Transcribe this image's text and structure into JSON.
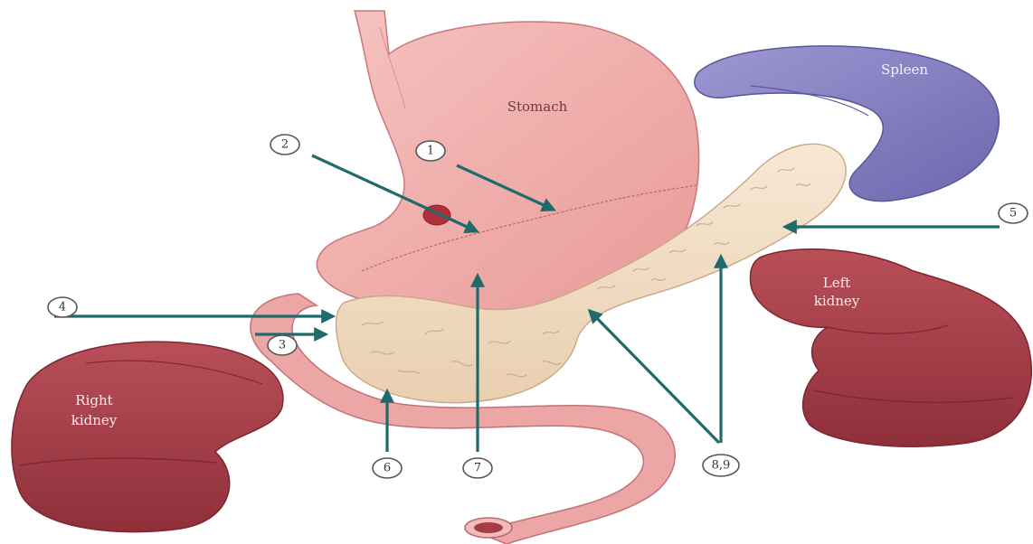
{
  "organs": {
    "stomach": "Stomach",
    "spleen": "Spleen",
    "left_kidney_line1": "Left",
    "left_kidney_line2": "kidney",
    "right_kidney_line1": "Right",
    "right_kidney_line2": "kidney"
  },
  "markers": {
    "m1": "1",
    "m2": "2",
    "m3": "3",
    "m4": "4",
    "m5": "5",
    "m6": "6",
    "m7": "7",
    "m89": "8,9"
  },
  "colors": {
    "arrow": "#1f6b6b",
    "stomach": "#eeaaa8",
    "pancreas": "#f2dfc7",
    "spleen": "#8a85c4",
    "kidney": "#a8414b"
  }
}
